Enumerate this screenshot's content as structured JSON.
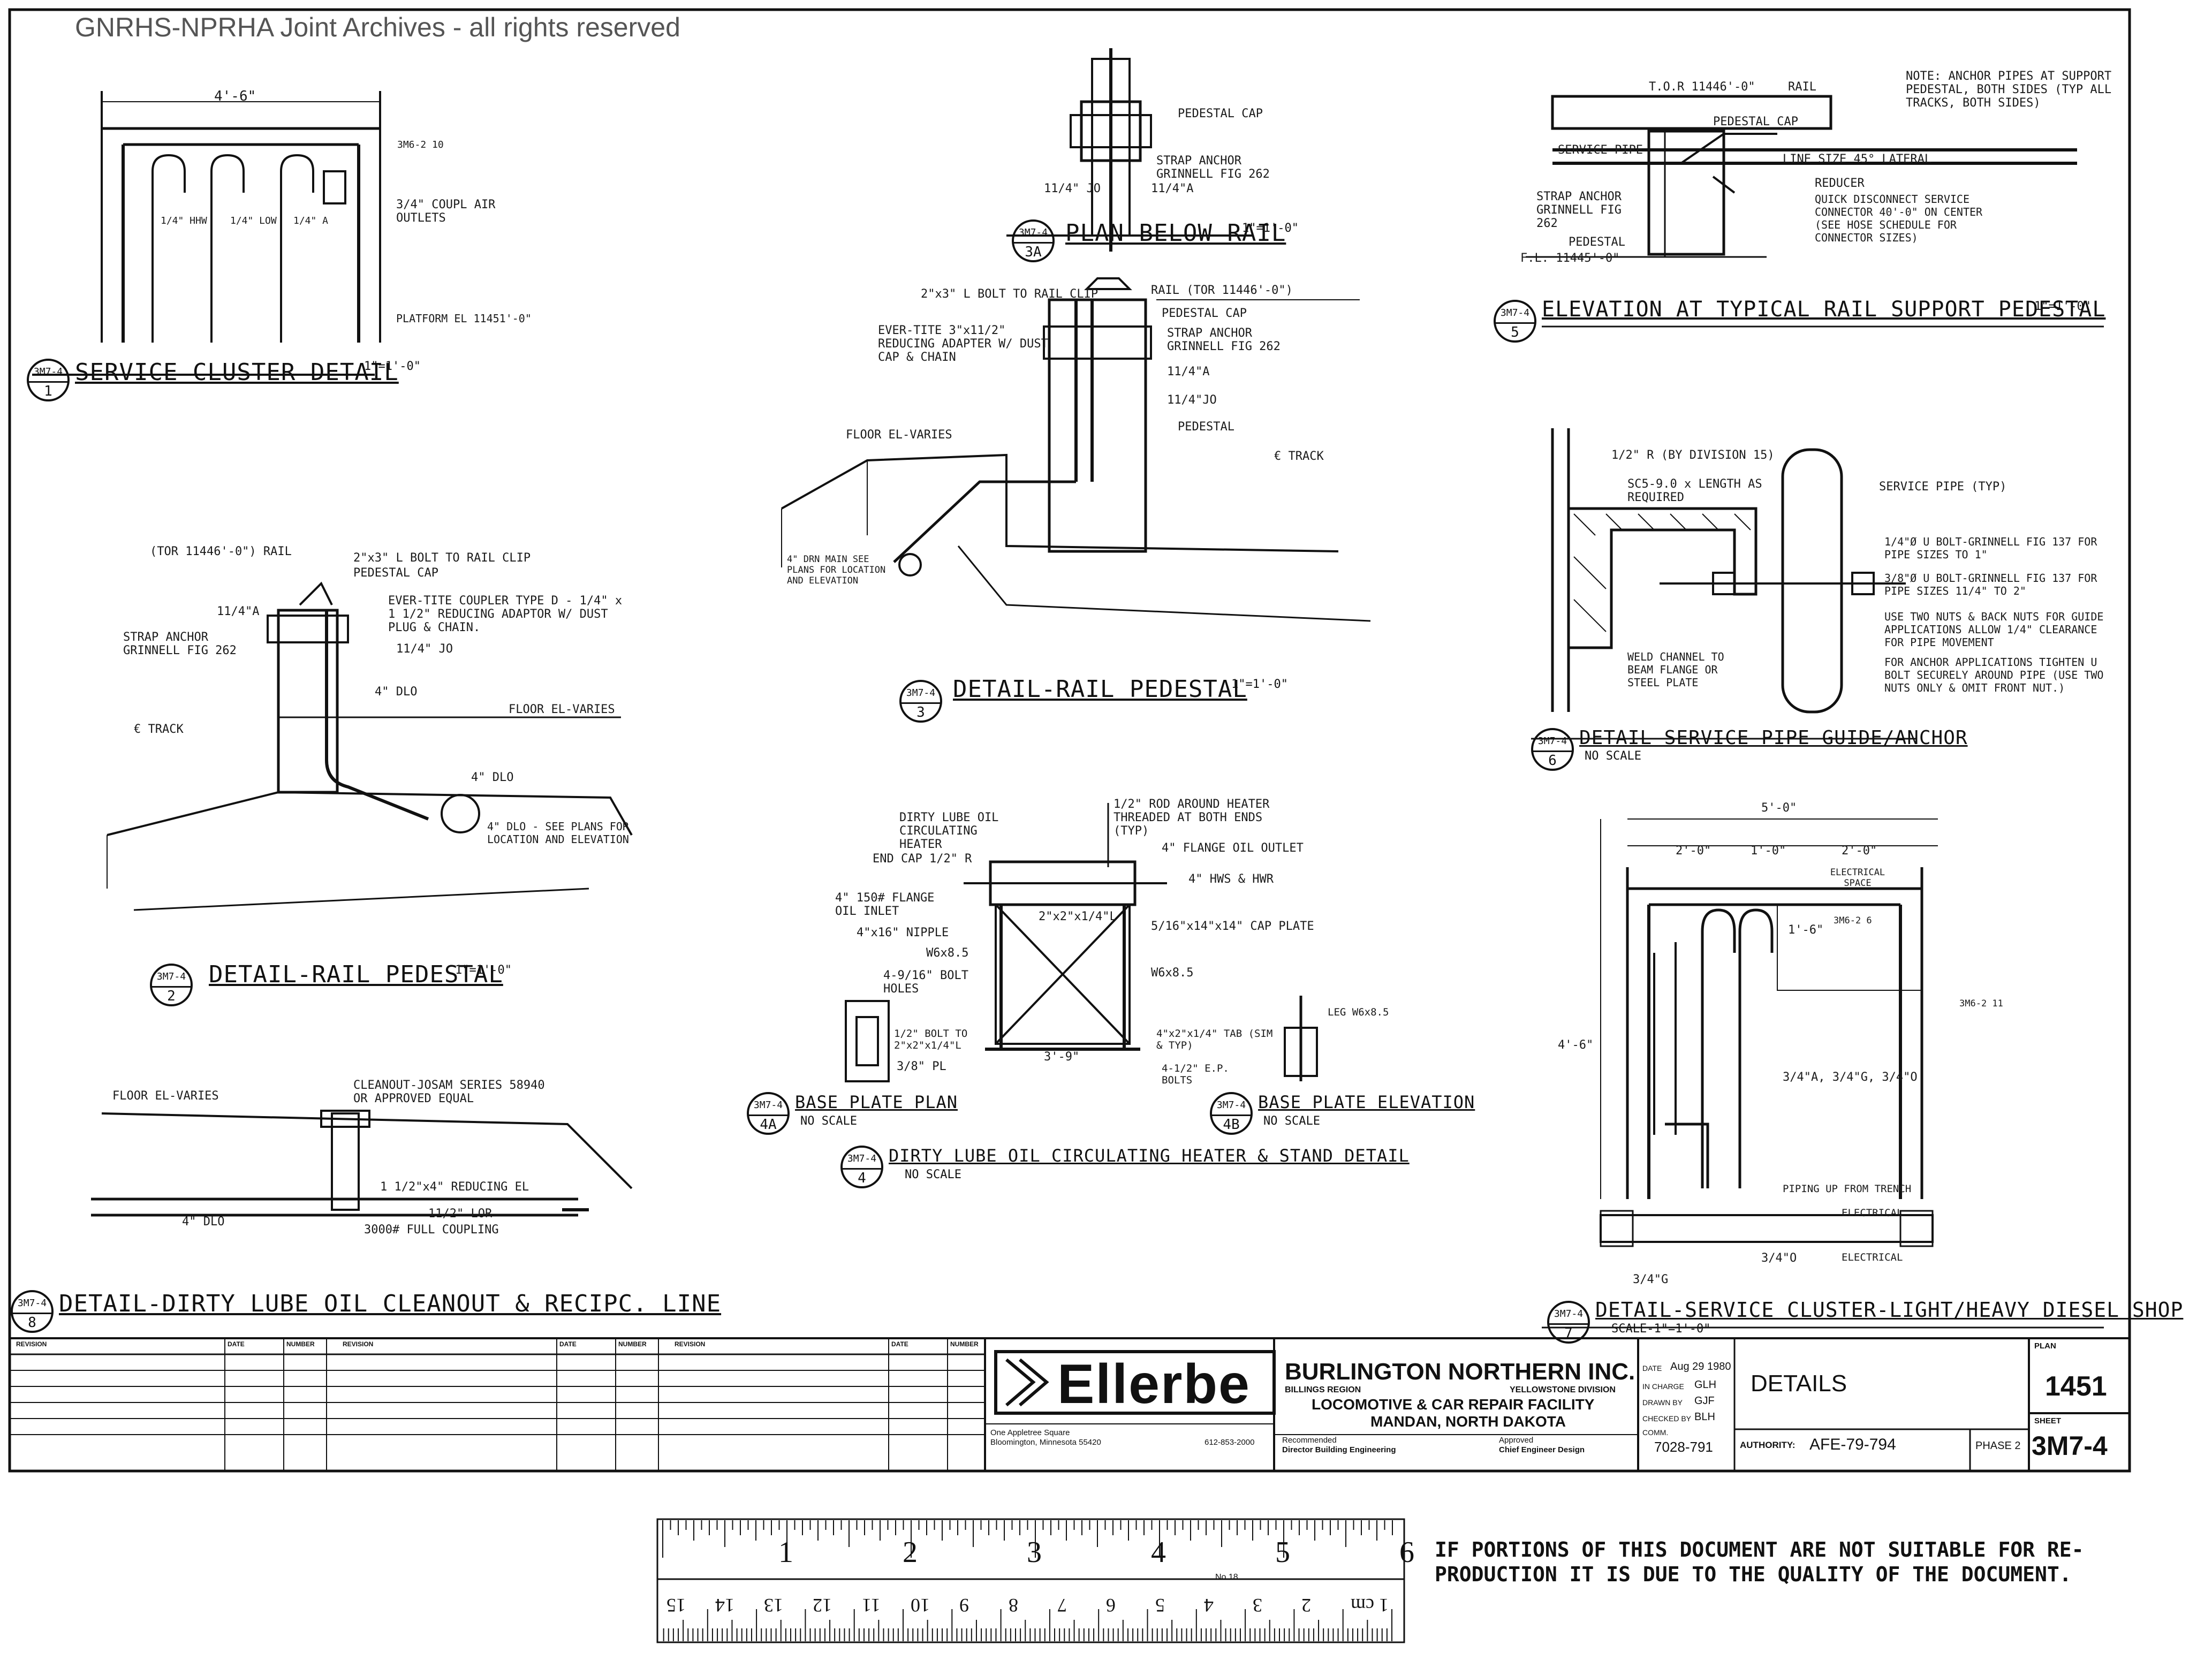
{
  "watermark": "GNRHS-NPRHA Joint Archives - all rights reserved",
  "details": {
    "d1": {
      "bubble_top": "3M7-4",
      "bubble_num": "1",
      "title": "SERVICE CLUSTER DETAIL",
      "scale": "1\"=1'-0\"",
      "labels": {
        "width": "4'-6\"",
        "ref": "3M6-2 10",
        "outlets": "3/4\" COUPL AIR OUTLETS",
        "p1": "1/4\" HHW",
        "p2": "1/4\" LOW",
        "p3": "1/4\" A",
        "platform": "PLATFORM EL 11451'-0\""
      }
    },
    "d2": {
      "bubble_top": "3M7-4",
      "bubble_num": "2",
      "title": "DETAIL-RAIL PEDESTAL",
      "scale": "1\"=1'-0\"",
      "labels": {
        "rail": "(TOR 11446'-0\") RAIL",
        "bolt": "2\"x3\" L BOLT TO RAIL CLIP",
        "cap": "PEDESTAL CAP",
        "coupler": "EVER-TITE COUPLER TYPE D - 1/4\" x 1 1/2\" REDUCING ADAPTOR W/ DUST PLUG & CHAIN.",
        "a": "11/4\"A",
        "jo": "11/4\" JO",
        "anchor": "STRAP ANCHOR GRINNELL FIG 262",
        "dlo": "4\" DLO",
        "floor": "FLOOR EL-VARIES",
        "track": "€ TRACK",
        "dlo2": "4\" DLO",
        "plans": "4\" DLO - SEE PLANS FOR LOCATION AND ELEVATION"
      }
    },
    "d3": {
      "bubble_top": "3M7-4",
      "bubble_num": "3",
      "title": "DETAIL-RAIL PEDESTAL",
      "scale": "1\"=1'-0\"",
      "labels": {
        "bolt": "2\"x3\" L BOLT TO RAIL CLIP",
        "rail": "RAIL (TOR 11446'-0\")",
        "adapter": "EVER-TITE 3\"x11/2\" REDUCING ADAPTER W/ DUST CAP & CHAIN",
        "cap": "PEDESTAL CAP",
        "anchor": "STRAP ANCHOR GRINNELL FIG 262",
        "a": "11/4\"A",
        "jo": "11/4\"JO",
        "pedestal": "PEDESTAL",
        "floor": "FLOOR EL-VARIES",
        "track": "€ TRACK",
        "drain": "4\" DRN MAIN SEE PLANS FOR LOCATION AND ELEVATION"
      }
    },
    "d3a": {
      "bubble_top": "3M7-4",
      "bubble_num": "3A",
      "title": "PLAN BELOW RAIL",
      "scale": "1\"=1'-0\"",
      "labels": {
        "cap": "PEDESTAL CAP",
        "anchor": "STRAP ANCHOR GRINNELL FIG 262",
        "jo": "11/4\" JO",
        "a": "11/4\"A"
      }
    },
    "d4": {
      "bubble_top": "3M7-4",
      "bubble_num": "4",
      "title": "DIRTY LUBE OIL CIRCULATING HEATER & STAND DETAIL",
      "scale": "NO SCALE",
      "labels": {
        "heater": "DIRTY LUBE OIL CIRCULATING HEATER",
        "endcap": "END CAP 1/2\" R",
        "flange": "4\" 150# FLANGE OIL INLET",
        "nipple": "4\"x16\" NIPPLE",
        "rod": "1/2\" ROD AROUND HEATER THREADED AT BOTH ENDS (TYP)",
        "outlet": "4\" FLANGE OIL OUTLET",
        "hws": "4\" HWS & HWR",
        "angle": "2\"x2\"x1/4\"L",
        "plate": "5/16\"x14\"x14\" CAP PLATE",
        "w1": "W6x8.5",
        "w2": "W6x8.5",
        "holes": "4-9/16\" BOLT HOLES",
        "bolt": "1/2\" BOLT TO 2\"x2\"x1/4\"L",
        "pr": "3/8\" PL",
        "leg": "LEG W6x8.5",
        "tab": "4\"x2\"x1/4\" TAB (SIM & TYP)",
        "epbolts": "4-1/2\" E.P. BOLTS",
        "dim": "3'-9\""
      }
    },
    "d4a": {
      "bubble_top": "3M7-4",
      "bubble_num": "4A",
      "title": "BASE PLATE PLAN",
      "scale": "NO SCALE"
    },
    "d4b": {
      "bubble_top": "3M7-4",
      "bubble_num": "4B",
      "title": "BASE PLATE ELEVATION",
      "scale": "NO SCALE"
    },
    "d5": {
      "bubble_top": "3M7-4",
      "bubble_num": "5",
      "title": "ELEVATION AT TYPICAL RAIL SUPPORT PEDESTAL",
      "scale": "1\"=1'-0\"",
      "labels": {
        "tor": "T.O.R 11446'-0\"",
        "rail": "RAIL",
        "note": "NOTE: ANCHOR PIPES AT SUPPORT PEDESTAL, BOTH SIDES (TYP ALL TRACKS, BOTH SIDES)",
        "service": "SERVICE PIPE",
        "cap": "PEDESTAL CAP",
        "lateral": "LINE SIZE 45° LATERAL",
        "reducer": "REDUCER",
        "quick": "QUICK DISCONNECT SERVICE CONNECTOR 40'-0\" ON CENTER (SEE HOSE SCHEDULE FOR CONNECTOR SIZES)",
        "anchor": "STRAP ANCHOR GRINNELL FIG 262",
        "pedestal": "PEDESTAL",
        "fl": "F.L. 11445'-0\""
      }
    },
    "d6": {
      "bubble_top": "3M7-4",
      "bubble_num": "6",
      "title": "DETAIL-SERVICE PIPE GUIDE/ANCHOR",
      "scale": "NO SCALE",
      "labels": {
        "r": "1/2\" R (BY DIVISION 15)",
        "channel": "SC5-9.0 x LENGTH AS REQUIRED",
        "service": "SERVICE PIPE (TYP)",
        "b1": "1/4\"Ø U BOLT-GRINNELL FIG 137 FOR PIPE SIZES TO 1\"",
        "b2": "3/8\"Ø U BOLT-GRINNELL FIG 137 FOR PIPE SIZES 11/4\" TO 2\"",
        "nuts": "USE TWO NUTS & BACK NUTS FOR GUIDE APPLICATIONS ALLOW 1/4\" CLEARANCE FOR PIPE MOVEMENT",
        "anchorapp": "FOR ANCHOR APPLICATIONS TIGHTEN U BOLT SECURELY AROUND PIPE (USE TWO NUTS ONLY & OMIT FRONT NUT.)",
        "weld": "WELD CHANNEL TO BEAM FLANGE OR STEEL PLATE"
      }
    },
    "d7": {
      "bubble_top": "3M7-4",
      "bubble_num": "7",
      "title": "DETAIL-SERVICE CLUSTER-LIGHT/HEAVY DIESEL SHOP",
      "scale": "SCALE-1\"=1'-0\"",
      "labels": {
        "w": "5'-0\"",
        "a": "2'-0\"",
        "b": "1'-0\"",
        "c": "2'-0\"",
        "elec": "ELECTRICAL SPACE",
        "h": "1'-6\"",
        "ref": "3M6-2 6",
        "side": "4'-6\"",
        "ref2": "3M6-2 11",
        "pipes": "3/4\"A, 3/4\"G, 3/4\"O",
        "trench": "PIPING UP FROM TRENCH",
        "elec2": "ELECTRICAL",
        "o": "3/4\"O",
        "elec3": "ELECTRICAL",
        "g": "3/4\"G"
      }
    },
    "d8": {
      "bubble_top": "3M7-4",
      "bubble_num": "8",
      "title": "DETAIL-DIRTY LUBE OIL CLEANOUT & RECIPC. LINE",
      "labels": {
        "floor": "FLOOR EL-VARIES",
        "cleanout": "CLEANOUT-JOSAM SERIES 58940 OR APPROVED EQUAL",
        "red": "1 1/2\"x4\" REDUCING EL",
        "lor": "11/2\" LOR",
        "dlo": "4\" DLO",
        "coupling": "3000# FULL COUPLING"
      }
    }
  },
  "title_block": {
    "revision_headers": [
      "REVISION",
      "DATE",
      "NUMBER",
      "REVISION",
      "DATE",
      "NUMBER",
      "REVISION",
      "DATE",
      "NUMBER"
    ],
    "firm": "Ellerbe",
    "firm_address_1": "One Appletree Square",
    "firm_address_2": "Bloomington, Minnesota 55420",
    "firm_phone": "612-853-2000",
    "client": "BURLINGTON NORTHERN INC.",
    "region": "BILLINGS REGION",
    "division": "YELLOWSTONE DIVISION",
    "project": "LOCOMOTIVE & CAR REPAIR FACILITY",
    "location": "MANDAN, NORTH DAKOTA",
    "recommended": "Recommended",
    "director": "Director Building Engineering",
    "approved": "Approved",
    "chief": "Chief Engineer Design",
    "date_label": "DATE",
    "date_value": "Aug 29 1980",
    "in_charge_label": "IN CHARGE",
    "in_charge_value": "GLH",
    "drawn_label": "DRAWN BY",
    "drawn_value": "GJF",
    "checked_label": "CHECKED BY",
    "checked_value": "BLH",
    "comm_label": "COMM.",
    "comm_value": "7028-791",
    "sheet_title": "DETAILS",
    "authority_label": "AUTHORITY:",
    "authority_value": "AFE-79-794",
    "phase": "PHASE 2",
    "plan_label": "PLAN",
    "plan_number": "1451",
    "sheet_label": "SHEET",
    "sheet_number": "3M7-4"
  },
  "ruler": {
    "inch_labels": [
      "1",
      "2",
      "3",
      "4",
      "5",
      "6"
    ],
    "cm_labels": [
      "1 cm",
      "2",
      "3",
      "4",
      "5",
      "6",
      "7",
      "8",
      "9",
      "10",
      "11",
      "12",
      "13",
      "14",
      "15"
    ],
    "stamp": "No.18"
  },
  "notice": {
    "line1": "IF PORTIONS OF THIS DOCUMENT ARE NOT SUITABLE FOR RE-",
    "line2": "PRODUCTION IT IS DUE TO THE QUALITY OF THE DOCUMENT."
  }
}
